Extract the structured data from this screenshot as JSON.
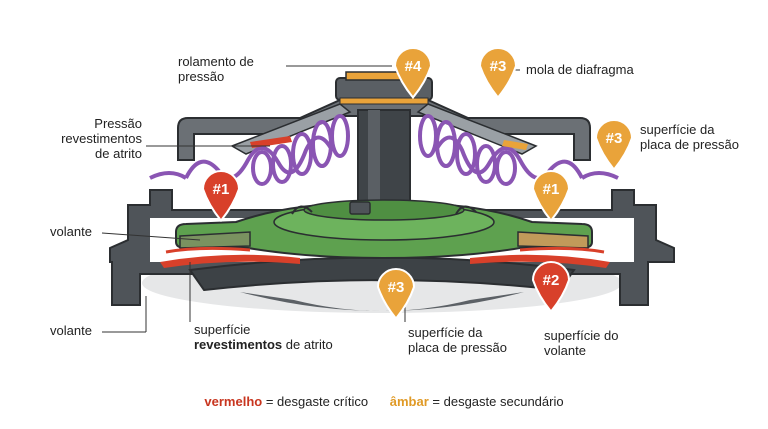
{
  "colors": {
    "critical": "#d8402a",
    "secondary": "#e9a33a",
    "housing": "#4f5459",
    "spring": "#8a55b3",
    "disc": "#5ea14f"
  },
  "labels": {
    "release_bearing": [
      "rolamento de",
      "pressão"
    ],
    "pressure_linings": [
      "Pressão",
      "revestimentos",
      "de atrito"
    ],
    "flywheel_upper": "volante",
    "flywheel_lower": "volante",
    "diaphragm_spring": "mola de diafragma",
    "pressure_plate_right": [
      "superfície da",
      "placa de pressão"
    ],
    "linings_surface": {
      "line1": "superfície",
      "bold": "revestimentos",
      "rest": " de atrito"
    },
    "pressure_plate_bottom": [
      "superfície da",
      "placa de pressão"
    ],
    "flywheel_surface": [
      "superfície do",
      "volante"
    ]
  },
  "markers": [
    {
      "id": "m4",
      "text": "#4",
      "severity": "secondary"
    },
    {
      "id": "m3-top",
      "text": "#3",
      "severity": "secondary"
    },
    {
      "id": "m3-right",
      "text": "#3",
      "severity": "secondary"
    },
    {
      "id": "m1-left",
      "text": "#1",
      "severity": "critical"
    },
    {
      "id": "m1-right",
      "text": "#1",
      "severity": "secondary"
    },
    {
      "id": "m3-bottom",
      "text": "#3",
      "severity": "secondary"
    },
    {
      "id": "m2",
      "text": "#2",
      "severity": "critical"
    }
  ],
  "legend": {
    "critical_word": "vermelho",
    "critical_text": " = desgaste crítico",
    "secondary_word": "âmbar",
    "secondary_text": " = desgaste secundário"
  }
}
